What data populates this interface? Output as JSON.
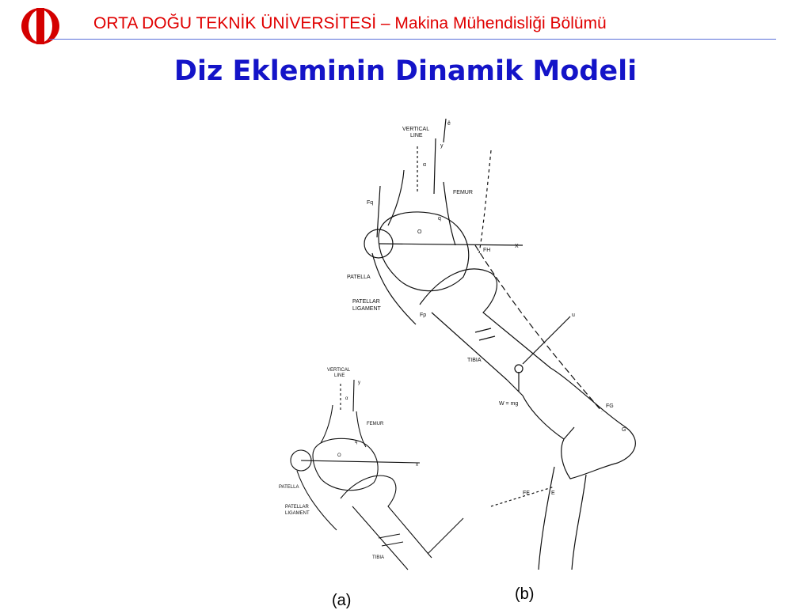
{
  "header": {
    "institution": "ORTA DOĞU TEKNİK ÜNİVERSİTESİ – Makina Mühendisliği Bölümü",
    "logo_icon": "metu-logo-icon",
    "text_color": "#e00000",
    "rule_color": "#5a6fd8"
  },
  "title": {
    "text": "Diz Ekleminin Dinamik Modeli",
    "color": "#1414c8"
  },
  "figure": {
    "caption_a": "(a)",
    "caption_b": "(b)",
    "labels_b": {
      "vertical_line": "VERTICAL",
      "line": "LINE",
      "femur": "FEMUR",
      "patella": "PATELLA",
      "patellar": "PATELLAR",
      "ligament": "LIGAMENT",
      "tibia": "TIBIA",
      "weight": "W = mg",
      "ey": "ê",
      "x": "X",
      "y": "y",
      "fq": "Fq",
      "q": "q",
      "o": "O",
      "fh": "FH",
      "fp": "Fp",
      "fg": "FG",
      "fe": "FE",
      "u": "u",
      "g": "G",
      "e": "E",
      "alpha": "α"
    },
    "labels_a": {
      "vertical_line": "VERTICAL",
      "line": "LINE",
      "femur": "FEMUR",
      "patella": "PATELLA",
      "patellar": "PATELLAR",
      "ligament": "LIGAMENT",
      "tibia": "TIBIA",
      "x": "x",
      "y": "y",
      "q": "q",
      "o": "O",
      "alpha": "α"
    }
  }
}
